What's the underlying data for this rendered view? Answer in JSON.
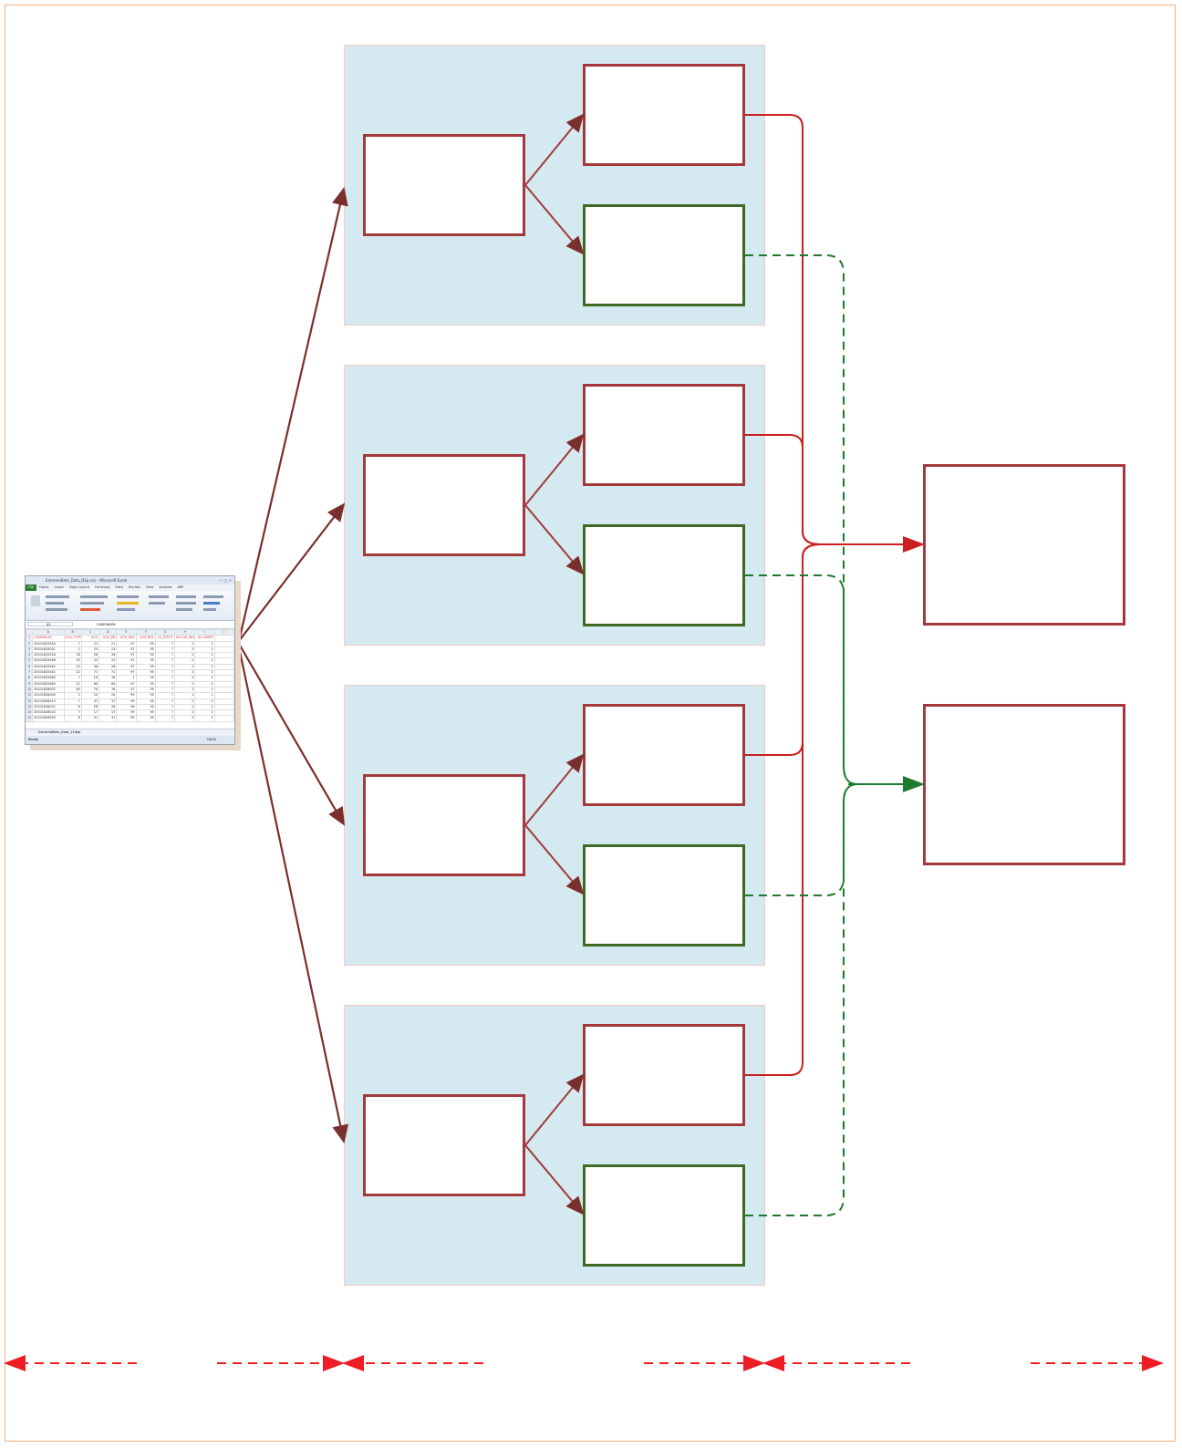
{
  "diagram": {
    "source": {
      "app_title": "ExtremeBets_Data_DSp.csv - Microsoft Excel",
      "ribbon_tabs": [
        "File",
        "Home",
        "Insert",
        "Page Layout",
        "Formulas",
        "Data",
        "Review",
        "View",
        "Acrobat",
        "ABP"
      ],
      "name_box": "A1",
      "formula_text": "CASESKLEK",
      "column_letters": [
        "A",
        "B",
        "C",
        "D",
        "E",
        "F",
        "G",
        "H",
        "I",
        "J"
      ],
      "header_row": [
        "CASESKLEK",
        "AUX_TYPE",
        "AUX",
        "AUX_BB",
        "AUX_BAS",
        "AUX_BEX",
        "LS_STATIC",
        "ALLOW_IND",
        "ALLOWED"
      ],
      "rows": [
        [
          "20101625554",
          "7",
          "21",
          "21",
          "97",
          "95",
          "7",
          "2",
          "2"
        ],
        [
          "20101625021",
          "1",
          "23",
          "23",
          "97",
          "95",
          "7",
          "2",
          "2"
        ],
        [
          "20101625516",
          "28",
          "26",
          "26",
          "97",
          "95",
          "7",
          "2",
          "2"
        ],
        [
          "20101625546",
          "25",
          "22",
          "22",
          "97",
          "95",
          "7",
          "2",
          "2"
        ],
        [
          "20101625562",
          "22",
          "36",
          "26",
          "97",
          "95",
          "7",
          "2",
          "2"
        ],
        [
          "20101625542",
          "22",
          "71",
          "71",
          "97",
          "95",
          "7",
          "2",
          "2"
        ],
        [
          "20101625983",
          "7",
          "16",
          "16",
          "1",
          "95",
          "7",
          "2",
          "2"
        ],
        [
          "20101625983",
          "22",
          "60",
          "60",
          "97",
          "95",
          "7",
          "2",
          "2"
        ],
        [
          "20101626002",
          "65",
          "76",
          "76",
          "97",
          "95",
          "7",
          "2",
          "2"
        ],
        [
          "20101626000",
          "2",
          "20",
          "20",
          "99",
          "95",
          "7",
          "1",
          "1"
        ],
        [
          "20101626013",
          "7",
          "37",
          "37",
          "99",
          "95",
          "7",
          "2",
          "2"
        ],
        [
          "20101626022",
          "6",
          "28",
          "28",
          "99",
          "95",
          "7",
          "2",
          "2"
        ],
        [
          "20101626023",
          "7",
          "17",
          "17",
          "99",
          "95",
          "7",
          "2",
          "2"
        ],
        [
          "20101626026",
          "8",
          "31",
          "31",
          "99",
          "95",
          "7",
          "2",
          "2"
        ]
      ],
      "sheet_tab": "ExtremeBets_Data_21dsp",
      "status": "Ready",
      "zoom": "100%"
    },
    "colors": {
      "frame": "#f5b07a",
      "panel_fill": "#d4eaf0",
      "red": "#a3393a",
      "green": "#3d6a25",
      "bright_red": "#cc1f1f",
      "bright_green": "#1e7a2e",
      "arrow_brown": "#7b2f2c",
      "timeline": "#ee1d23"
    }
  }
}
